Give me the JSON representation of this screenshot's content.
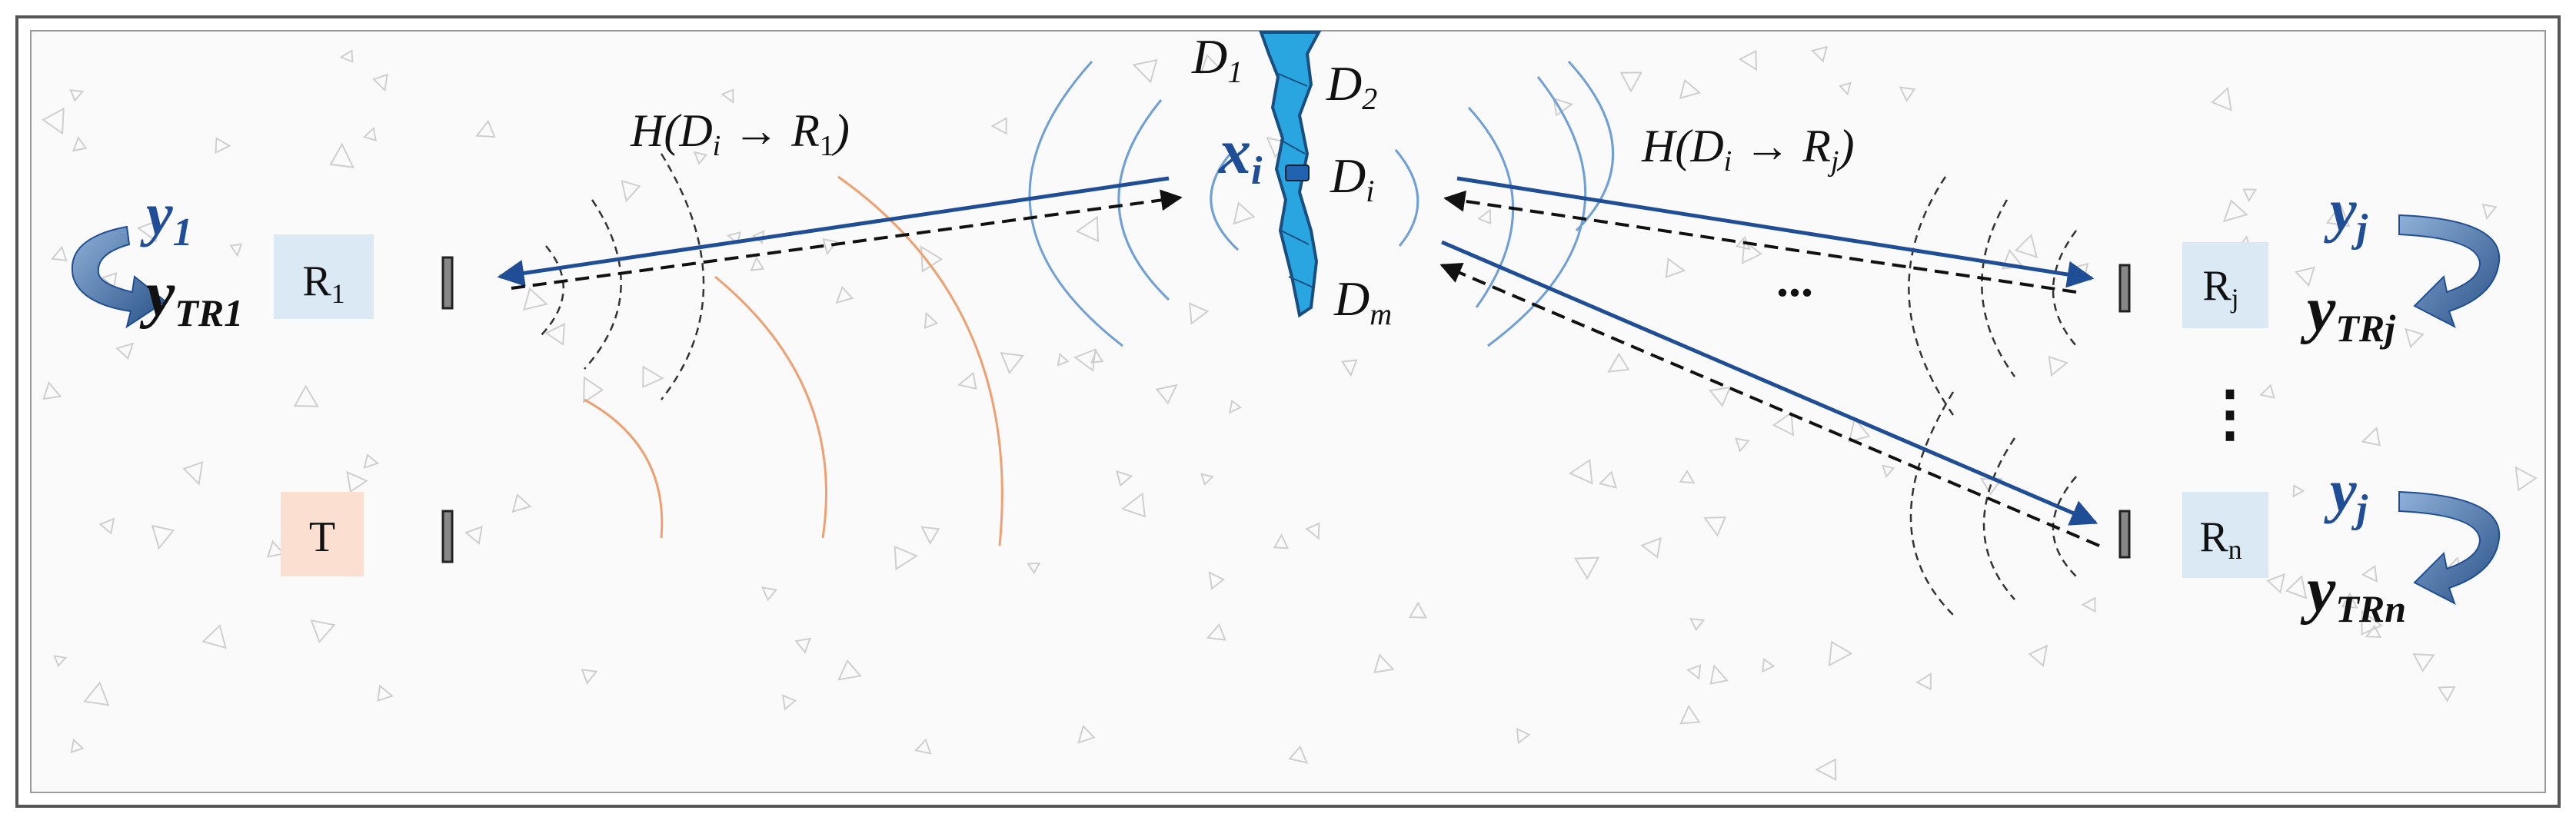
{
  "labels": {
    "defect_top_1": "D",
    "defect_top_1_sub": "1",
    "defect_top_2": "D",
    "defect_top_2_sub": "2",
    "defect_i": "D",
    "defect_i_sub": "i",
    "defect_m": "D",
    "defect_m_sub": "m",
    "source_x": "x",
    "source_x_sub": "i",
    "h_left_pre": "H(",
    "h_left_d": "D",
    "h_left_d_sub": "i",
    "h_left_arrow": "→",
    "h_left_r": "R",
    "h_left_r_sub": "1",
    "h_left_post": ")",
    "h_right_pre": "H(",
    "h_right_d": "D",
    "h_right_d_sub": "i",
    "h_right_arrow": "→",
    "h_right_r": "R",
    "h_right_r_sub": "j",
    "h_right_post": ")",
    "ellipsis_h": "...",
    "ellipsis_v": "⋮"
  },
  "nodes": {
    "r1": {
      "label": "R",
      "sub": "1",
      "color": "#dbe9f5"
    },
    "t": {
      "label": "T",
      "sub": "",
      "color": "#fbdfd0"
    },
    "rj": {
      "label": "R",
      "sub": "j",
      "color": "#dbe9f5"
    },
    "rn": {
      "label": "R",
      "sub": "n",
      "color": "#dbe9f5"
    }
  },
  "signals": {
    "y1": {
      "main": "y",
      "sub": "1"
    },
    "ytr1": {
      "main": "y",
      "sub": "TR1"
    },
    "yj_top": {
      "main": "y",
      "sub": "j"
    },
    "ytrj": {
      "main": "y",
      "sub": "TRj"
    },
    "yj_bottom": {
      "main": "y",
      "sub": "j"
    },
    "ytrn": {
      "main": "y",
      "sub": "TRn"
    }
  },
  "colors": {
    "signal_blue": "#1f4e96",
    "wave_blue": "#6f9fd8",
    "wave_orange": "#f0a070",
    "wave_dark": "#333333",
    "crack_fill": "#29a6e0",
    "crack_stroke": "#1a4e80",
    "border": "#555555"
  }
}
